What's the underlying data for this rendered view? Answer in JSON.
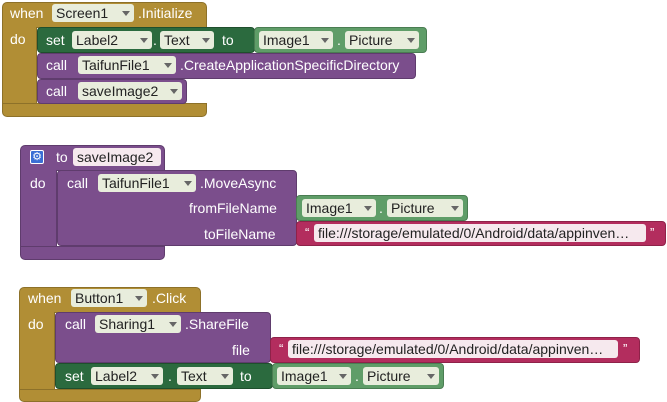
{
  "block1": {
    "when_kw": "when",
    "component": "Screen1",
    "event": ".Initialize",
    "do_kw": "do",
    "set_kw": "set",
    "set_component": "Label2",
    "dot": ".",
    "set_property": "Text",
    "to_kw": "to",
    "value_component": "Image1",
    "value_property": "Picture",
    "call1_kw": "call",
    "call1_component": "TaifunFile1",
    "call1_method": ".CreateApplicationSpecificDirectory",
    "call2_kw": "call",
    "call2_proc": "saveImage2"
  },
  "block2": {
    "to_kw": "to",
    "proc_name": "saveImage2",
    "do_kw": "do",
    "call_kw": "call",
    "component": "TaifunFile1",
    "method": ".MoveAsync",
    "arg1_label": "fromFileName",
    "arg1_component": "Image1",
    "arg1_property": "Picture",
    "arg2_label": "toFileName",
    "open_quote": "“",
    "close_quote": "”",
    "arg2_text": "file:///storage/emulated/0/Android/data/appinven…"
  },
  "block3": {
    "when_kw": "when",
    "component": "Button1",
    "event": ".Click",
    "do_kw": "do",
    "call_kw": "call",
    "call_component": "Sharing1",
    "call_method": ".ShareFile",
    "arg_label": "file",
    "open_quote": "“",
    "close_quote": "”",
    "arg_text": "file:///storage/emulated/0/Android/data/appinven…",
    "set_kw": "set",
    "set_component": "Label2",
    "dot": ".",
    "set_property": "Text",
    "to_kw": "to",
    "value_component": "Image1",
    "value_property": "Picture"
  },
  "icons": [
    "dropdown-arrow-icon",
    "gear-icon"
  ],
  "colors": {
    "event": "#b18e35",
    "procedure": "#7b4e8c",
    "setter": "#2b6a3e",
    "component_getter": "#5f9d68",
    "text": "#b32d5e"
  }
}
